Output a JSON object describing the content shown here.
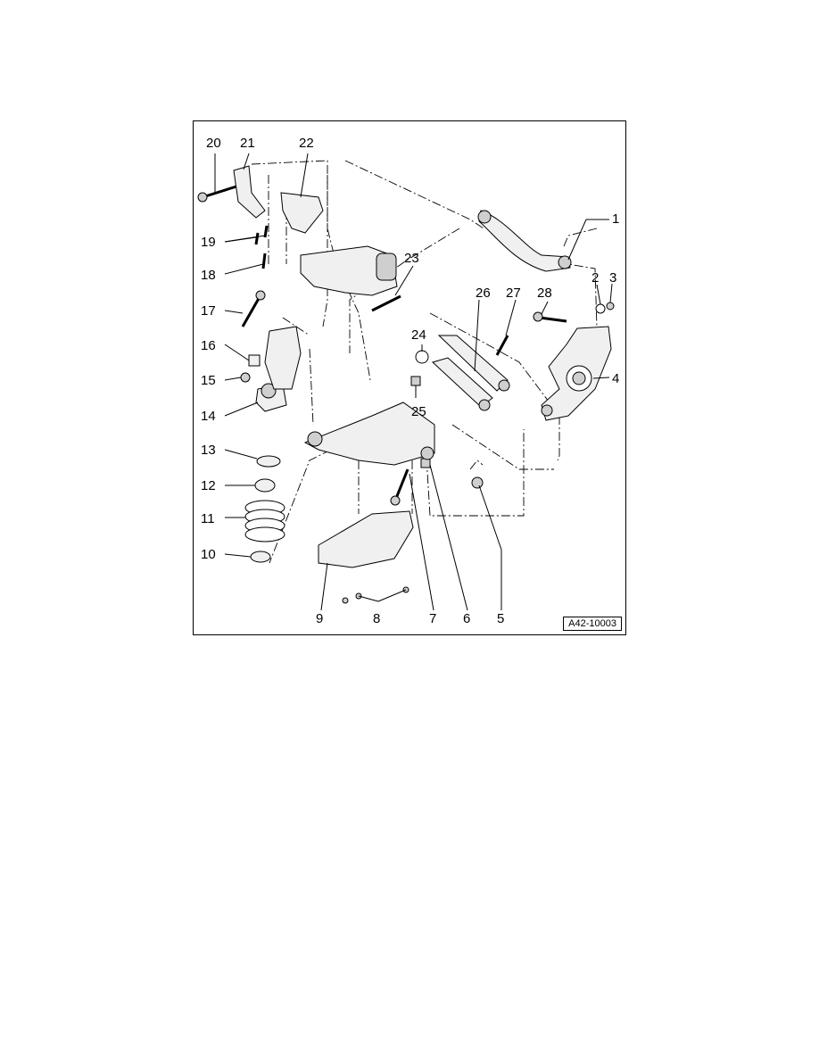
{
  "figure": {
    "id_label": "A42-10003",
    "callouts": [
      {
        "key": "c1",
        "text": "1"
      },
      {
        "key": "c2",
        "text": "2"
      },
      {
        "key": "c3",
        "text": "3"
      },
      {
        "key": "c4",
        "text": "4"
      },
      {
        "key": "c5",
        "text": "5"
      },
      {
        "key": "c6",
        "text": "6"
      },
      {
        "key": "c7",
        "text": "7"
      },
      {
        "key": "c8",
        "text": "8"
      },
      {
        "key": "c9",
        "text": "9"
      },
      {
        "key": "c10",
        "text": "10"
      },
      {
        "key": "c11",
        "text": "11"
      },
      {
        "key": "c12",
        "text": "12"
      },
      {
        "key": "c13",
        "text": "13"
      },
      {
        "key": "c14",
        "text": "14"
      },
      {
        "key": "c15",
        "text": "15"
      },
      {
        "key": "c16",
        "text": "16"
      },
      {
        "key": "c17",
        "text": "17"
      },
      {
        "key": "c18",
        "text": "18"
      },
      {
        "key": "c19",
        "text": "19"
      },
      {
        "key": "c20",
        "text": "20"
      },
      {
        "key": "c21",
        "text": "21"
      },
      {
        "key": "c22",
        "text": "22"
      },
      {
        "key": "c23",
        "text": "23"
      },
      {
        "key": "c24",
        "text": "24"
      },
      {
        "key": "c25",
        "text": "25"
      },
      {
        "key": "c26",
        "text": "26"
      },
      {
        "key": "c27",
        "text": "27"
      },
      {
        "key": "c28",
        "text": "28"
      }
    ]
  }
}
